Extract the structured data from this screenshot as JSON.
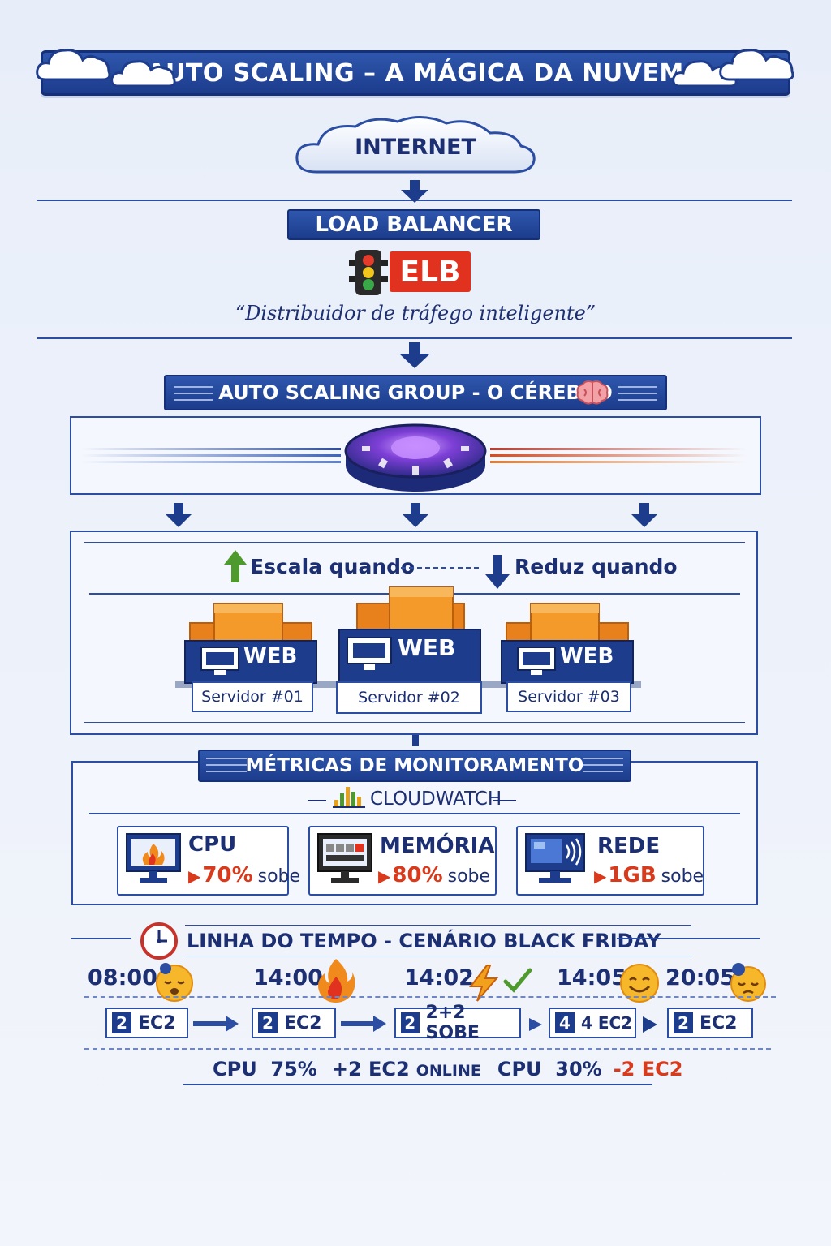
{
  "header": {
    "title": "AUTO SCALING – A MÁGICA DA NUVEM"
  },
  "internet": {
    "label": "INTERNET"
  },
  "load_balancer": {
    "label": "LOAD BALANCER",
    "badge": "ELB",
    "quote": "“Distribuidor de tráfego inteligente”"
  },
  "asg": {
    "label": "AUTO SCALING GROUP - O CÉREBRO"
  },
  "scaling": {
    "up_label": "Escala quando",
    "down_label": "Reduz quando",
    "servers": [
      {
        "tag": "WEB",
        "name": "Servidor #01"
      },
      {
        "tag": "WEB",
        "name": "Servidor #02"
      },
      {
        "tag": "WEB",
        "name": "Servidor #03"
      }
    ]
  },
  "metrics": {
    "label": "MÉTRICAS DE MONITORAMENTO",
    "source": "CLOUDWATCH",
    "cards": [
      {
        "title": "CPU",
        "value": "70%",
        "suffix": "sobe",
        "icon": "cpu-fire-icon"
      },
      {
        "title": "MEMÓRIA",
        "value": "80%",
        "suffix": "sobe",
        "icon": "memory-icon"
      },
      {
        "title": "REDE",
        "value": "1GB",
        "suffix": "sobe",
        "icon": "network-icon"
      }
    ]
  },
  "timeline": {
    "label": "LINHA DO TEMPO - CENÁRIO BLACK FRIDAY",
    "times": [
      "08:00",
      "14:00",
      "14:02",
      "14:05",
      "20:05"
    ],
    "boxes": [
      {
        "num": "2",
        "text": "EC2"
      },
      {
        "num": "2",
        "text": "EC2"
      },
      {
        "num": "2",
        "text": "2+2 SOBE"
      },
      {
        "num": "4",
        "text": "4 EC2"
      },
      {
        "num": "2",
        "text": "EC2"
      }
    ],
    "stats": {
      "cpu_high": "CPU  75%",
      "ec2_online": "+2 EC2",
      "online_word": "ONLINE",
      "cpu_low": "CPU  30%",
      "ec2_off": "-2 EC2"
    }
  },
  "colors": {
    "navy": "#1c2f73",
    "blue": "#2b4ea3",
    "accent_red": "#d93a1c",
    "orange": "#f08a1c"
  }
}
